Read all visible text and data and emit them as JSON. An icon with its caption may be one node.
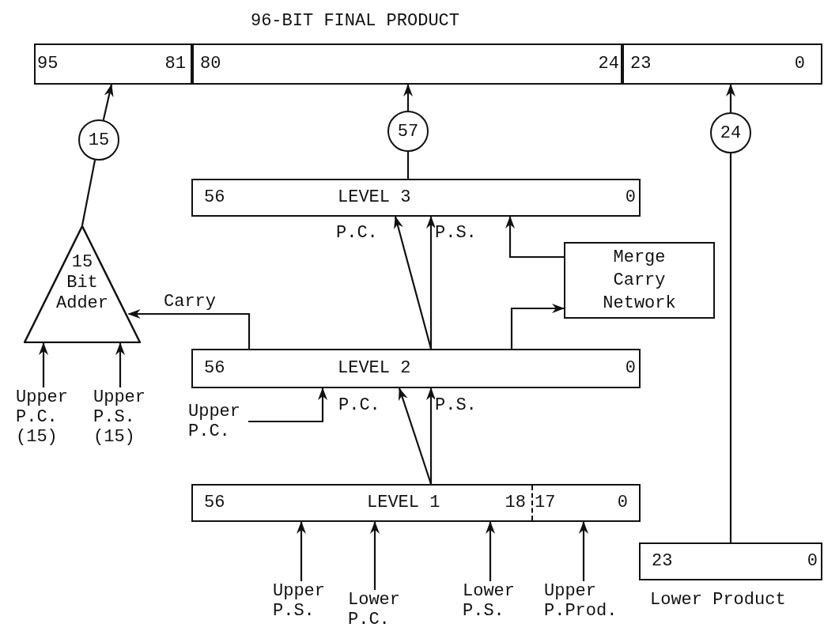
{
  "diagram": {
    "title": "96-BIT FINAL PRODUCT",
    "nodes": [
      {
        "text": [
          "95",
          "81"
        ]
      },
      {
        "text": [
          "80",
          "24"
        ]
      },
      {
        "text": [
          "23",
          "0"
        ]
      },
      {
        "text": [
          "15"
        ]
      },
      {
        "text": [
          "57"
        ]
      },
      {
        "text": [
          "24"
        ]
      },
      {
        "text": [
          "56",
          "LEVEL 3",
          "0"
        ]
      },
      {
        "text": [
          "15 Bit Adder"
        ]
      },
      {
        "text": [
          "Merge Carry Network"
        ]
      },
      {
        "text": [
          "56",
          "LEVEL 2",
          "0"
        ]
      },
      {
        "text": [
          "56",
          "LEVEL 1",
          "18",
          "17",
          "0"
        ]
      },
      {
        "text": [
          "23",
          "0"
        ],
        "beside": [
          "Lower Product"
        ]
      },
      {
        "text": [
          "Upper P.C. (15)"
        ]
      },
      {
        "text": [
          "Upper P.S. (15)"
        ]
      },
      {
        "text": [
          "Upper P.C."
        ]
      },
      {
        "text": [
          "Upper P.S."
        ]
      },
      {
        "text": [
          "Lower P.C."
        ]
      },
      {
        "text": [
          "Lower P.S."
        ]
      },
      {
        "text": [
          "Upper P.Prod."
        ]
      }
    ],
    "edges": [
      {
        "from": 3,
        "to": 0,
        "arrow": "to"
      },
      {
        "from": 7,
        "to": 3,
        "arrow": "none"
      },
      {
        "from": 4,
        "to": 1,
        "arrow": "to"
      },
      {
        "from": 6,
        "to": 4,
        "arrow": "none"
      },
      {
        "from": 5,
        "to": 2,
        "arrow": "to"
      },
      {
        "from": 11,
        "to": 5,
        "arrow": "none"
      },
      {
        "from": 9,
        "to": 6,
        "arrow": "to",
        "label": "P.C."
      },
      {
        "from": 9,
        "to": 6,
        "arrow": "to",
        "label": "P.S."
      },
      {
        "from": 8,
        "to": 6,
        "arrow": "to"
      },
      {
        "from": 9,
        "to": 8,
        "arrow": "to"
      },
      {
        "from": 9,
        "to": 7,
        "arrow": "to",
        "label": "Carry"
      },
      {
        "from": 12,
        "to": 7,
        "arrow": "to"
      },
      {
        "from": 13,
        "to": 7,
        "arrow": "to"
      },
      {
        "from": 14,
        "to": 9,
        "arrow": "to"
      },
      {
        "from": 10,
        "to": 9,
        "arrow": "to",
        "label": "P.C."
      },
      {
        "from": 10,
        "to": 9,
        "arrow": "to",
        "label": "P.S."
      },
      {
        "from": 15,
        "to": 10,
        "arrow": "to"
      },
      {
        "from": 16,
        "to": 10,
        "arrow": "to"
      },
      {
        "from": 17,
        "to": 10,
        "arrow": "to"
      },
      {
        "from": 18,
        "to": 10,
        "arrow": "to"
      }
    ]
  }
}
